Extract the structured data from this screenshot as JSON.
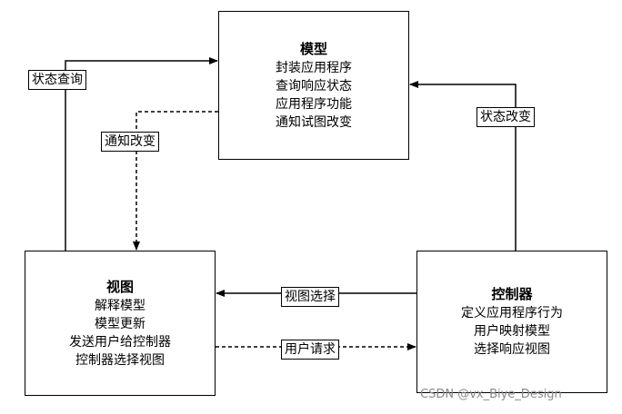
{
  "boxes": {
    "model": {
      "title": "模型",
      "lines": [
        "封装应用程序",
        "查询响应状态",
        "应用程序功能",
        "通知试图改变"
      ]
    },
    "view": {
      "title": "视图",
      "lines": [
        "解释模型",
        "模型更新",
        "发送用户给控制器",
        "控制器选择视图"
      ]
    },
    "controller": {
      "title": "控制器",
      "lines": [
        "定义应用程序行为",
        "用户映射模型",
        "选择响应视图"
      ]
    }
  },
  "edges": {
    "state_query": "状态查询",
    "notify_change": "通知改变",
    "state_change": "状态改变",
    "view_select": "视图选择",
    "user_request": "用户请求"
  },
  "watermark": "CSDN @vx_Biye_Design"
}
